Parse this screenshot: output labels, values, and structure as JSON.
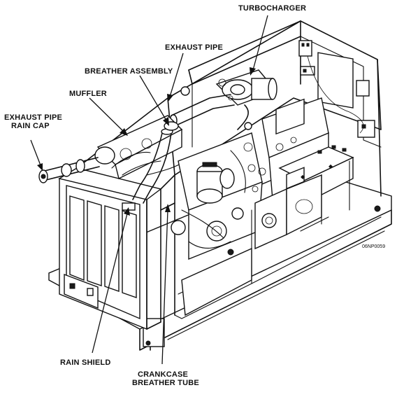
{
  "labels": {
    "turbocharger": "TURBOCHARGER",
    "exhaust_pipe": "EXHAUST PIPE",
    "breather_assembly": "BREATHER ASSEMBLY",
    "muffler": "MUFFLER",
    "exhaust_pipe_rain_cap_line1": "EXHAUST PIPE",
    "exhaust_pipe_rain_cap_line2": "RAIN CAP",
    "rain_shield": "RAIN SHIELD",
    "crankcase_breather_tube_line1": "CRANKCASE",
    "crankcase_breather_tube_line2": "BREATHER TUBE"
  },
  "figure_code": "06NP0059"
}
